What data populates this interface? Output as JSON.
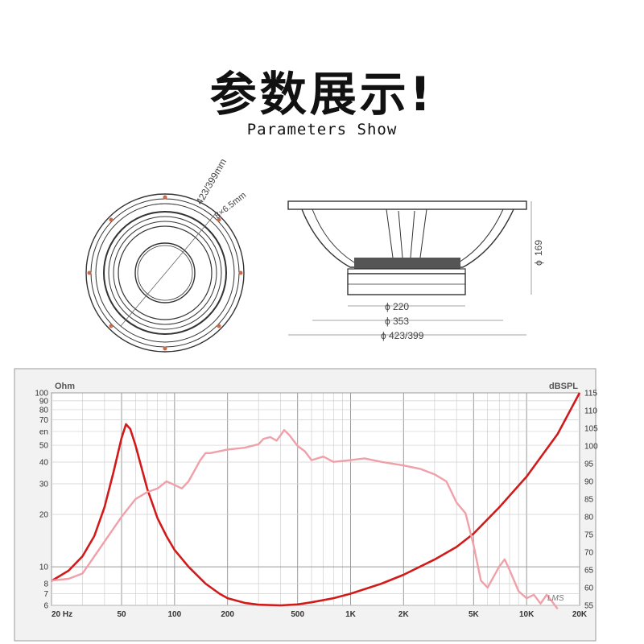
{
  "header": {
    "title_cn": "参数展示!",
    "title_en": "Parameters Show"
  },
  "drawing": {
    "front_dim_1": "423/399mm",
    "front_dim_2": "8×6.5mm",
    "side_dim_height": "169",
    "side_dim_magnet": "220",
    "side_dim_cutout": "353",
    "side_dim_overall": "423/399",
    "diameter_symbol": "ϕ"
  },
  "chart_data": {
    "type": "line",
    "left_axis_label": "Ohm",
    "right_axis_label": "dBSPL",
    "x_scale": "log",
    "xlim": [
      20,
      20000
    ],
    "x_tick_values": [
      20,
      50,
      100,
      200,
      500,
      1000,
      2000,
      5000,
      10000,
      20000
    ],
    "x_tick_labels": [
      "20 Hz",
      "50",
      "100",
      "200",
      "500",
      "1K",
      "2K",
      "5K",
      "10K",
      "20K"
    ],
    "left_scale": "log",
    "ylim_left": [
      6,
      100
    ],
    "y_left_ticks": [
      6,
      7,
      8,
      10,
      20,
      30,
      40,
      50,
      60,
      70,
      80,
      90,
      100
    ],
    "y_left_labels": [
      "6",
      "7",
      "8",
      "10",
      "20",
      "30",
      "40",
      "50",
      "en",
      "70",
      "80",
      "90",
      "100"
    ],
    "ylim_right": [
      55,
      115
    ],
    "y_right_ticks": [
      55,
      60,
      65,
      70,
      75,
      80,
      85,
      90,
      95,
      100,
      105,
      110,
      115
    ],
    "watermark": "LMS",
    "series": [
      {
        "axis": "left",
        "color": "#d11a1a",
        "points": [
          [
            20,
            8.3
          ],
          [
            25,
            9.5
          ],
          [
            30,
            11.5
          ],
          [
            35,
            15
          ],
          [
            40,
            22
          ],
          [
            45,
            35
          ],
          [
            50,
            55
          ],
          [
            53,
            66
          ],
          [
            56,
            62
          ],
          [
            60,
            50
          ],
          [
            65,
            37
          ],
          [
            70,
            28
          ],
          [
            80,
            19
          ],
          [
            90,
            15
          ],
          [
            100,
            12.5
          ],
          [
            120,
            10
          ],
          [
            150,
            8
          ],
          [
            180,
            7
          ],
          [
            200,
            6.6
          ],
          [
            250,
            6.2
          ],
          [
            300,
            6.05
          ],
          [
            400,
            6
          ],
          [
            500,
            6.08
          ],
          [
            600,
            6.25
          ],
          [
            800,
            6.6
          ],
          [
            1000,
            7
          ],
          [
            1500,
            8
          ],
          [
            2000,
            9
          ],
          [
            3000,
            11
          ],
          [
            4000,
            13
          ],
          [
            5000,
            15.5
          ],
          [
            7000,
            22
          ],
          [
            10000,
            33
          ],
          [
            15000,
            58
          ],
          [
            20000,
            100
          ]
        ]
      },
      {
        "axis": "right",
        "color": "#f0a0a8",
        "points": [
          [
            20,
            62
          ],
          [
            25,
            62.5
          ],
          [
            30,
            64
          ],
          [
            40,
            73
          ],
          [
            50,
            80
          ],
          [
            60,
            85
          ],
          [
            70,
            87
          ],
          [
            80,
            88
          ],
          [
            90,
            90
          ],
          [
            100,
            89
          ],
          [
            110,
            88
          ],
          [
            120,
            90
          ],
          [
            140,
            96
          ],
          [
            150,
            98
          ],
          [
            160,
            98
          ],
          [
            200,
            99
          ],
          [
            250,
            99.5
          ],
          [
            300,
            100.5
          ],
          [
            320,
            102
          ],
          [
            350,
            102.5
          ],
          [
            380,
            101.5
          ],
          [
            400,
            103
          ],
          [
            420,
            104.5
          ],
          [
            450,
            103
          ],
          [
            500,
            100
          ],
          [
            550,
            98.5
          ],
          [
            600,
            96
          ],
          [
            700,
            97
          ],
          [
            800,
            95.5
          ],
          [
            1000,
            96
          ],
          [
            1200,
            96.5
          ],
          [
            1500,
            95.5
          ],
          [
            2000,
            94.5
          ],
          [
            2500,
            93.5
          ],
          [
            3000,
            92
          ],
          [
            3500,
            90
          ],
          [
            4000,
            84
          ],
          [
            4500,
            81
          ],
          [
            5000,
            72
          ],
          [
            5500,
            62
          ],
          [
            6000,
            60
          ],
          [
            7000,
            66
          ],
          [
            7500,
            68
          ],
          [
            8000,
            65
          ],
          [
            9000,
            59
          ],
          [
            10000,
            57
          ],
          [
            11000,
            58
          ],
          [
            12000,
            55.5
          ],
          [
            13000,
            58
          ],
          [
            14000,
            56
          ],
          [
            15000,
            54
          ]
        ]
      }
    ]
  }
}
